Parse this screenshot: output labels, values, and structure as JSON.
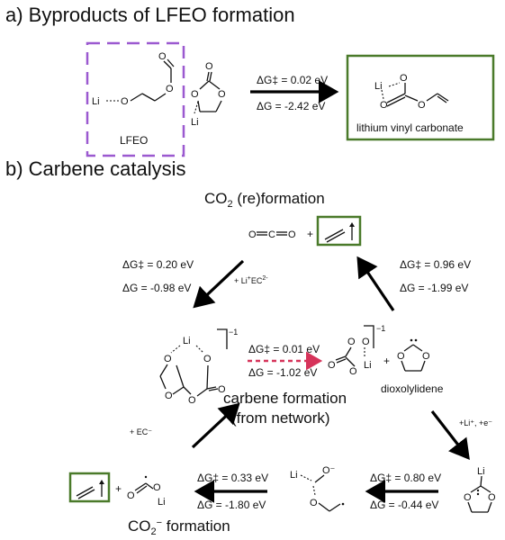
{
  "section_a": {
    "title": "a) Byproducts of LFEO formation",
    "lfeo_label": "LFEO",
    "product_label": "lithium vinyl carbonate",
    "dg_ts": "ΔG‡ = 0.02 eV",
    "dg": "ΔG = -2.42 eV"
  },
  "section_b": {
    "title": "b) Carbene catalysis",
    "co2_heading_main": "CO",
    "co2_heading_sub": "2",
    "co2_heading_rest": " (re)formation",
    "co2_minus_main": "CO",
    "co2_minus_sub": "2",
    "co2_minus_sup": "−",
    "co2_minus_rest": " formation",
    "carbene_line1": "carbene formation",
    "carbene_line2": "(from network)",
    "dioxolylidene": "dioxolylidene",
    "step_left_dg_ts": "ΔG‡ = 0.20 eV",
    "step_left_dg": "ΔG = -0.98 eV",
    "step_left_reagent": "+ Li",
    "step_left_reagent_sup1": "+",
    "step_left_reagent_mid": "EC",
    "step_left_reagent_sup2": "2-",
    "step_right_dg_ts": "ΔG‡ = 0.96 eV",
    "step_right_dg": "ΔG = -1.99 eV",
    "step_center_dg_ts": "ΔG‡ = 0.01 eV",
    "step_center_dg": "ΔG = -1.02 eV",
    "step_lower_right_reagent": "+Li⁺, +e⁻",
    "step_lower_left_reagent": "+ EC⁻",
    "step_bottom_right_dg_ts": "ΔG‡ = 0.80 eV",
    "step_bottom_right_dg": "ΔG = -0.44 eV",
    "step_bottom_left_dg_ts": "ΔG‡ = 0.33 eV",
    "step_bottom_left_dg": "ΔG = -1.80 eV",
    "plus": "+"
  },
  "atoms": {
    "li": "Li",
    "o": "O",
    "c": "C",
    "o_minus": "O⁻",
    "superscript_minus1": "−1"
  },
  "colors": {
    "lfeo_box": "#9b59d0",
    "product_box": "#4a7a2a",
    "carbene_arrow": "#d6335a",
    "arrow": "#000000"
  }
}
